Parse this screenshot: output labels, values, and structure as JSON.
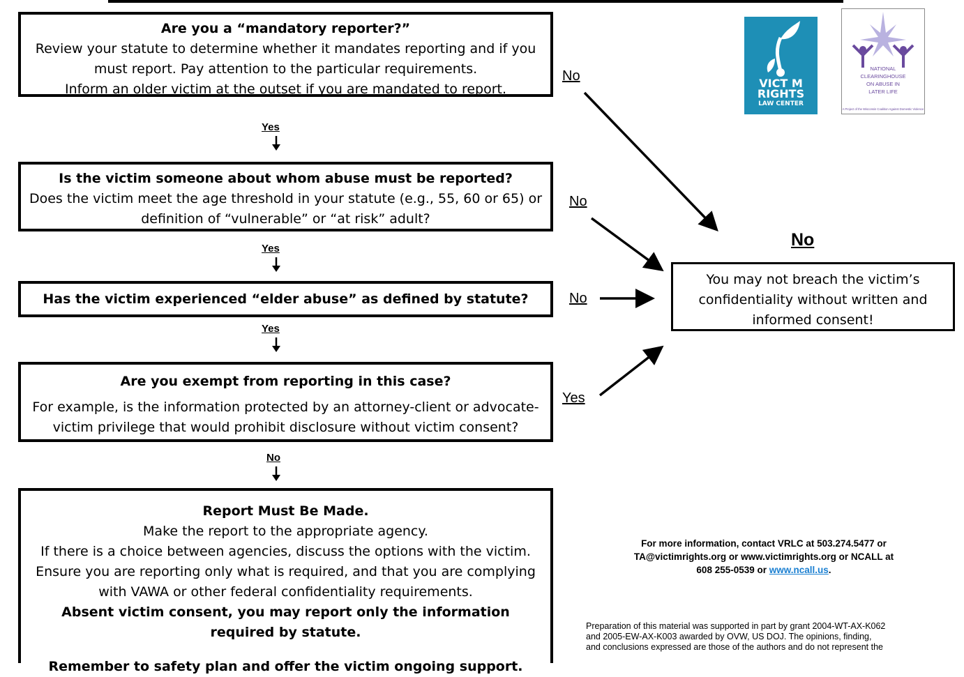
{
  "box1": {
    "title": "Are you a “mandatory reporter?”",
    "lines": [
      "Review your statute to determine whether it mandates reporting and if you",
      "must report. Pay attention to the particular requirements.",
      "Inform an older victim at the outset if you are mandated to report."
    ]
  },
  "box2": {
    "title": "Is the victim someone about whom abuse must be reported?",
    "lines": [
      "Does the victim meet the age threshold in your statute (e.g., 55, 60 or 65) or",
      "definition of “vulnerable” or “at risk” adult?"
    ]
  },
  "box3": {
    "title": "Has the victim experienced “elder abuse”  as defined by statute?"
  },
  "box4": {
    "title": "Are you exempt from reporting in this case?",
    "lines": [
      "For example, is the information protected by an attorney-client or advocate-",
      "victim privilege that would prohibit disclosure without victim consent?"
    ]
  },
  "box5": {
    "title": "Report Must Be Made.",
    "lines": [
      "Make the report to the appropriate agency.",
      "If there is a choice between agencies, discuss the options with the victim.",
      "Ensure you are reporting only what is required, and that you are complying",
      "with VAWA or other federal confidentiality requirements."
    ],
    "bold1": "Absent victim consent, you may report only the information",
    "bold2": "required by statute.",
    "bold3": "Remember to safety plan and offer the victim ongoing support."
  },
  "no_box": {
    "heading": "No",
    "lines": [
      "You may not breach the victim’s",
      "confidentiality without written and",
      "informed consent!"
    ]
  },
  "labels": {
    "yes1": "Yes",
    "yes2": "Yes",
    "yes3": "Yes",
    "no_down": "No",
    "no1": "No",
    "no2": "No",
    "no3": "No",
    "yes_side": "Yes"
  },
  "logos": {
    "vrlc_lines": [
      "VICT M",
      "RIGHTS",
      "LAW CENTER"
    ],
    "ncall_lines": [
      "NATIONAL",
      "CLEARINGHOUSE",
      "ON ABUSE IN",
      "LATER LIFE"
    ],
    "ncall_tag": "A Project of the Wisconsin Coalition Against Domestic Violence"
  },
  "contact": {
    "line1": "For more information, contact VRLC  at 503.274.5477 or",
    "line2": "TA@victimrights.org or www.victimrights.org or NCALL at",
    "line3": "608 255-0539 or ",
    "link": "www.ncall.us",
    "tail": "."
  },
  "prep": {
    "lines": [
      "Preparation of this material was supported in part by grant 2004-WT-AX-K062",
      "and  2005-EW-AX-K003 awarded by OVW, US DOJ.  The opinions, finding,",
      "and conclusions  expressed are those of the authors and do not represent the"
    ]
  },
  "colors": {
    "vrlc_blue": "#1e8fb6",
    "ncall_purple": "#6a4a9e",
    "link_blue": "#1a7fd1"
  }
}
